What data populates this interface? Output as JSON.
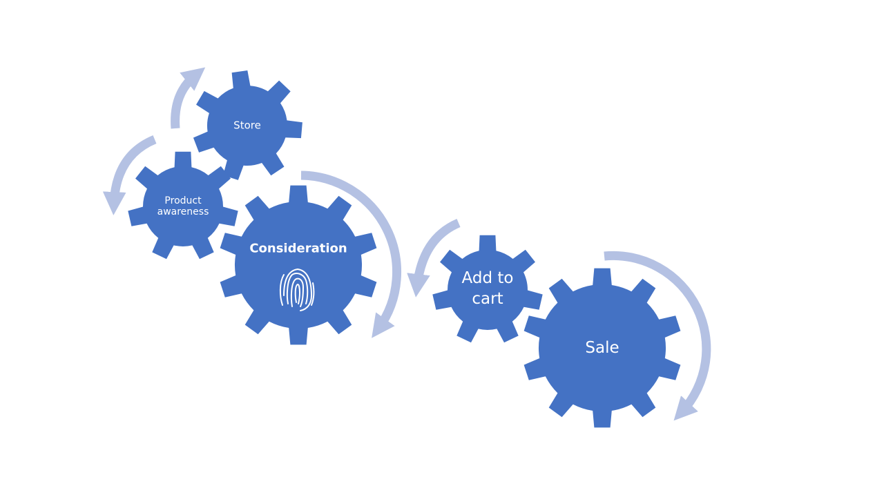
{
  "colors": {
    "gear": "#4472c4",
    "arrow": "#b4c1e3",
    "label": "#ffffff",
    "background": "#ffffff"
  },
  "stages": {
    "store": "Store",
    "awareness": "Product\nawareness",
    "consideration": "Consideration",
    "cart": "Add to\ncart",
    "sale": "Sale"
  },
  "icons": {
    "consideration": "fingerprint-icon"
  }
}
